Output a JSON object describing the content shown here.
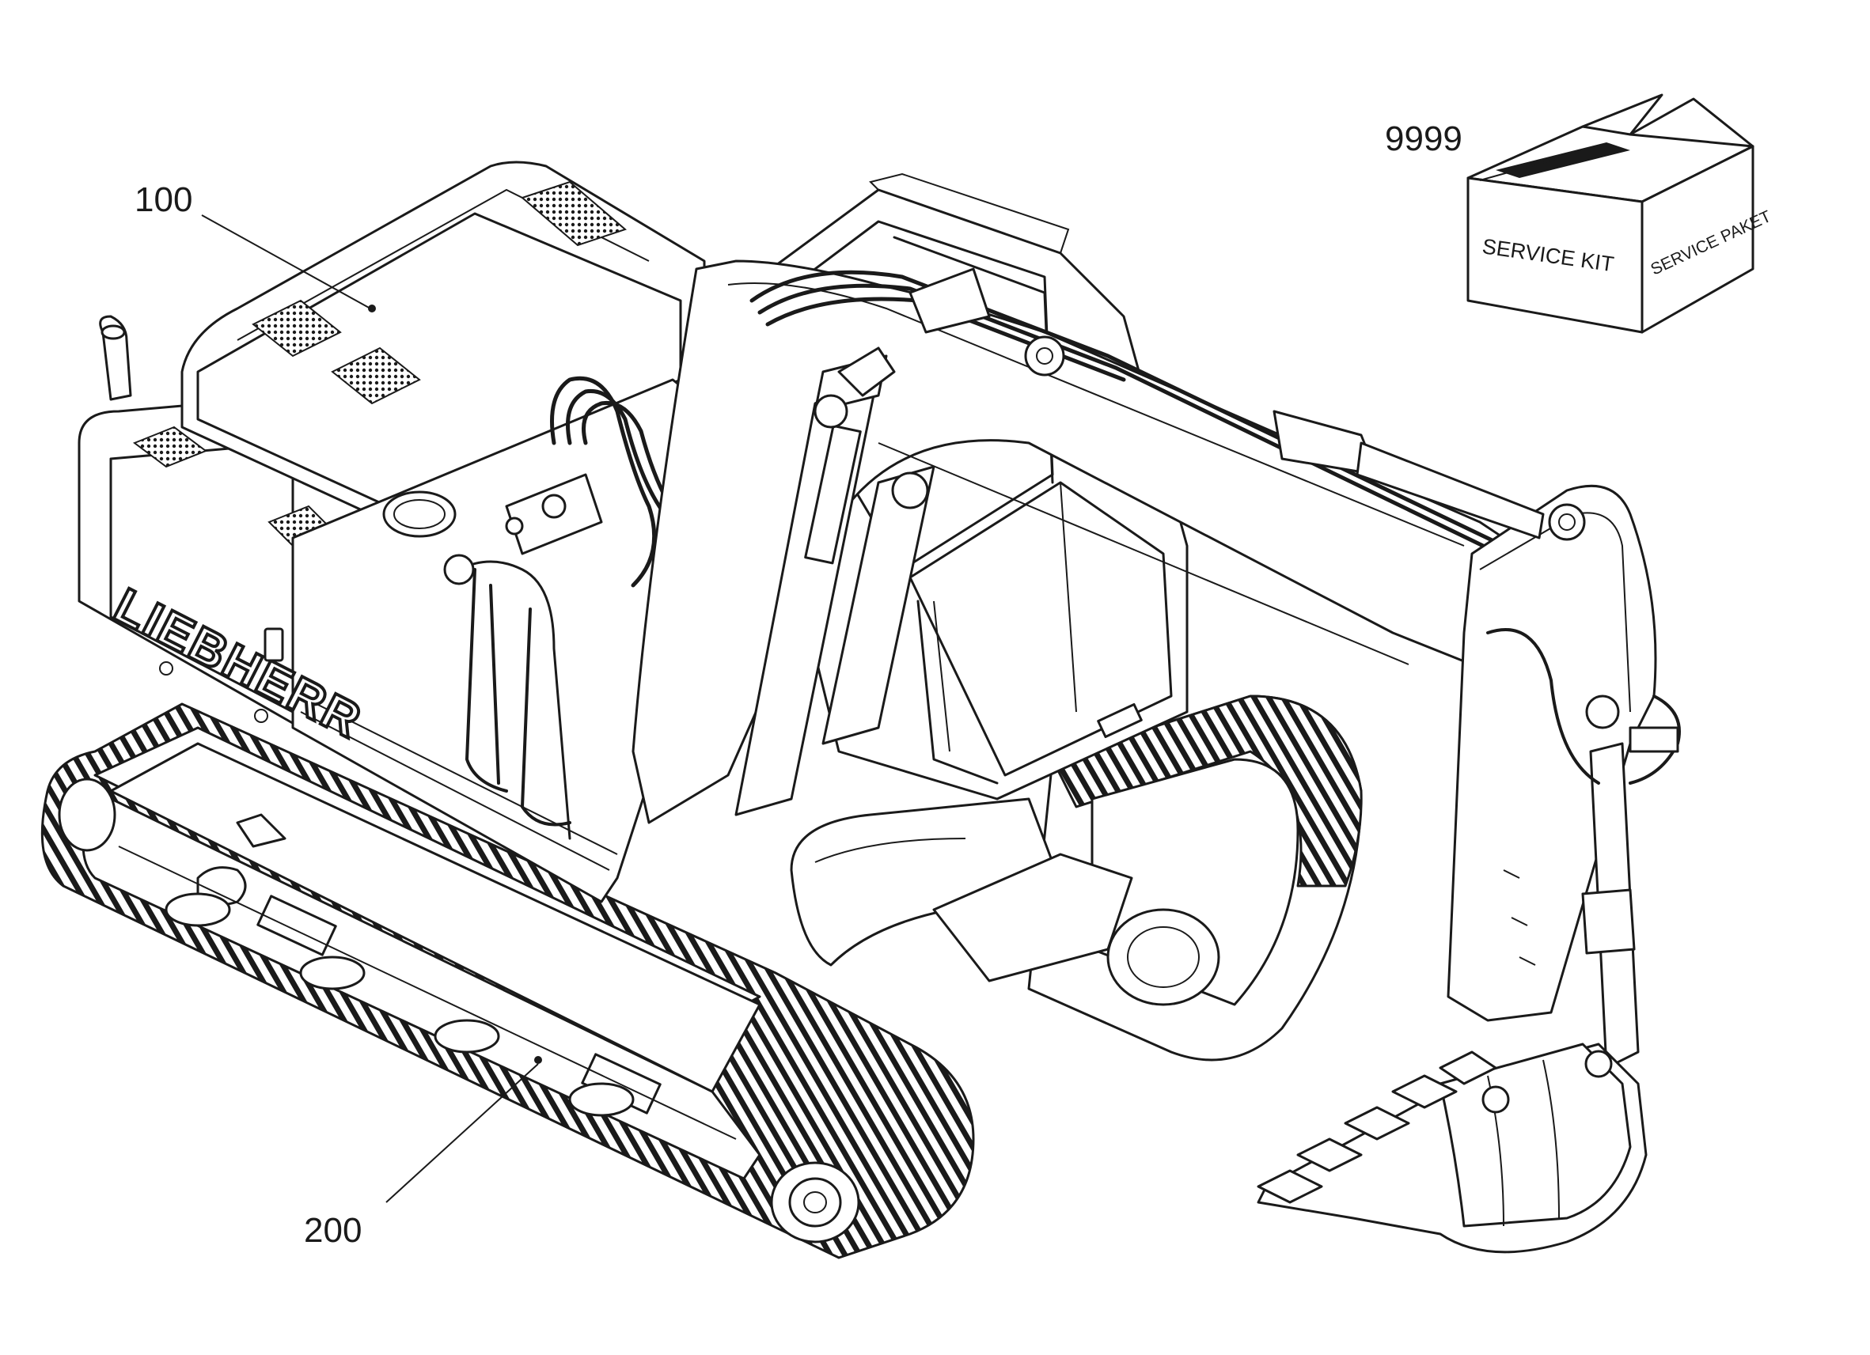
{
  "callouts": {
    "superstructure": "100",
    "undercarriage": "200",
    "service_kit": "9999"
  },
  "service_box": {
    "front_label": "SERVICE KIT",
    "side_label": "SERVICE PAKET"
  },
  "brand_logo": "LIEBHERR",
  "colors": {
    "line": "#1a1a1a",
    "background": "#ffffff"
  }
}
